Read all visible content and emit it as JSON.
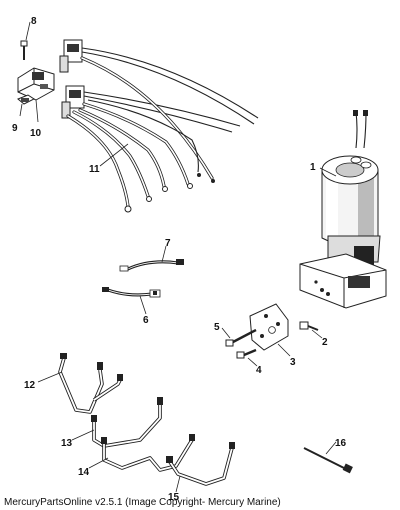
{
  "footer": {
    "caption": "MercuryPartsOnline v2.5.1 (Image Copyright- Mercury Marine)"
  },
  "callouts": [
    "1",
    "2",
    "3",
    "4",
    "5",
    "6",
    "7",
    "8",
    "9",
    "10",
    "11",
    "12",
    "13",
    "14",
    "15",
    "16"
  ]
}
